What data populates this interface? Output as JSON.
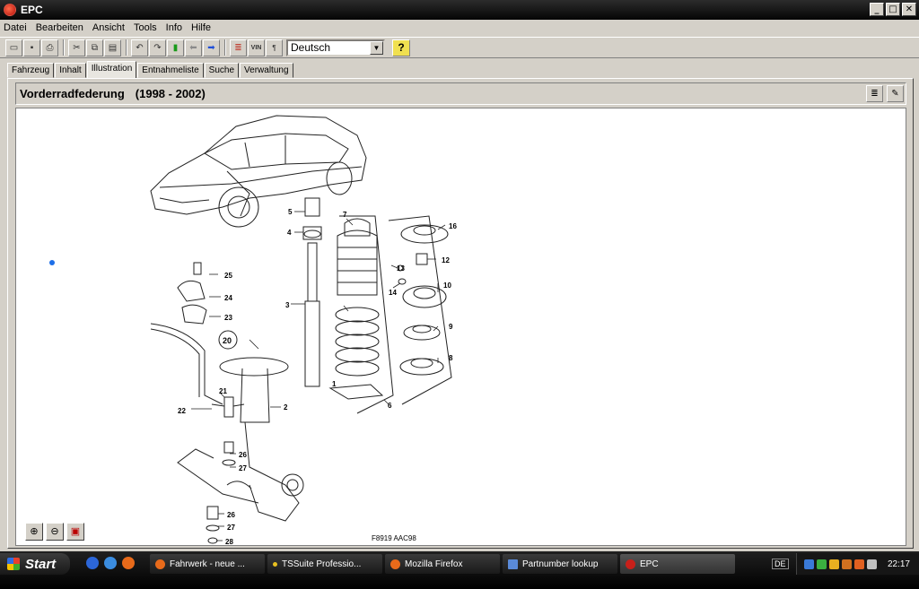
{
  "window": {
    "title": "EPC"
  },
  "menu": [
    "Datei",
    "Bearbeiten",
    "Ansicht",
    "Tools",
    "Info",
    "Hilfe"
  ],
  "toolbar": {
    "language": "Deutsch",
    "vin_label": "VIN",
    "help_label": "?"
  },
  "tabs": [
    "Fahrzeug",
    "Inhalt",
    "Illustration",
    "Entnahmeliste",
    "Suche",
    "Verwaltung"
  ],
  "active_tab": "Illustration",
  "page": {
    "title": "Vorderradfederung",
    "years": "(1998 - 2002)"
  },
  "diagram": {
    "callouts": [
      "1",
      "2",
      "3",
      "4",
      "5",
      "6",
      "7",
      "8",
      "9",
      "10",
      "12",
      "13",
      "14",
      "16",
      "20",
      "21",
      "22",
      "23",
      "24",
      "25",
      "26",
      "27",
      "26",
      "27",
      "28"
    ],
    "figure_code": "F8919 AAC98"
  },
  "taskbar": {
    "start": "Start",
    "tasks": [
      "Fahrwerk - neue ...",
      "TSSuite Professio...",
      "Mozilla Firefox",
      "Partnumber lookup",
      "EPC"
    ],
    "language": "DE",
    "clock": "22:17"
  }
}
